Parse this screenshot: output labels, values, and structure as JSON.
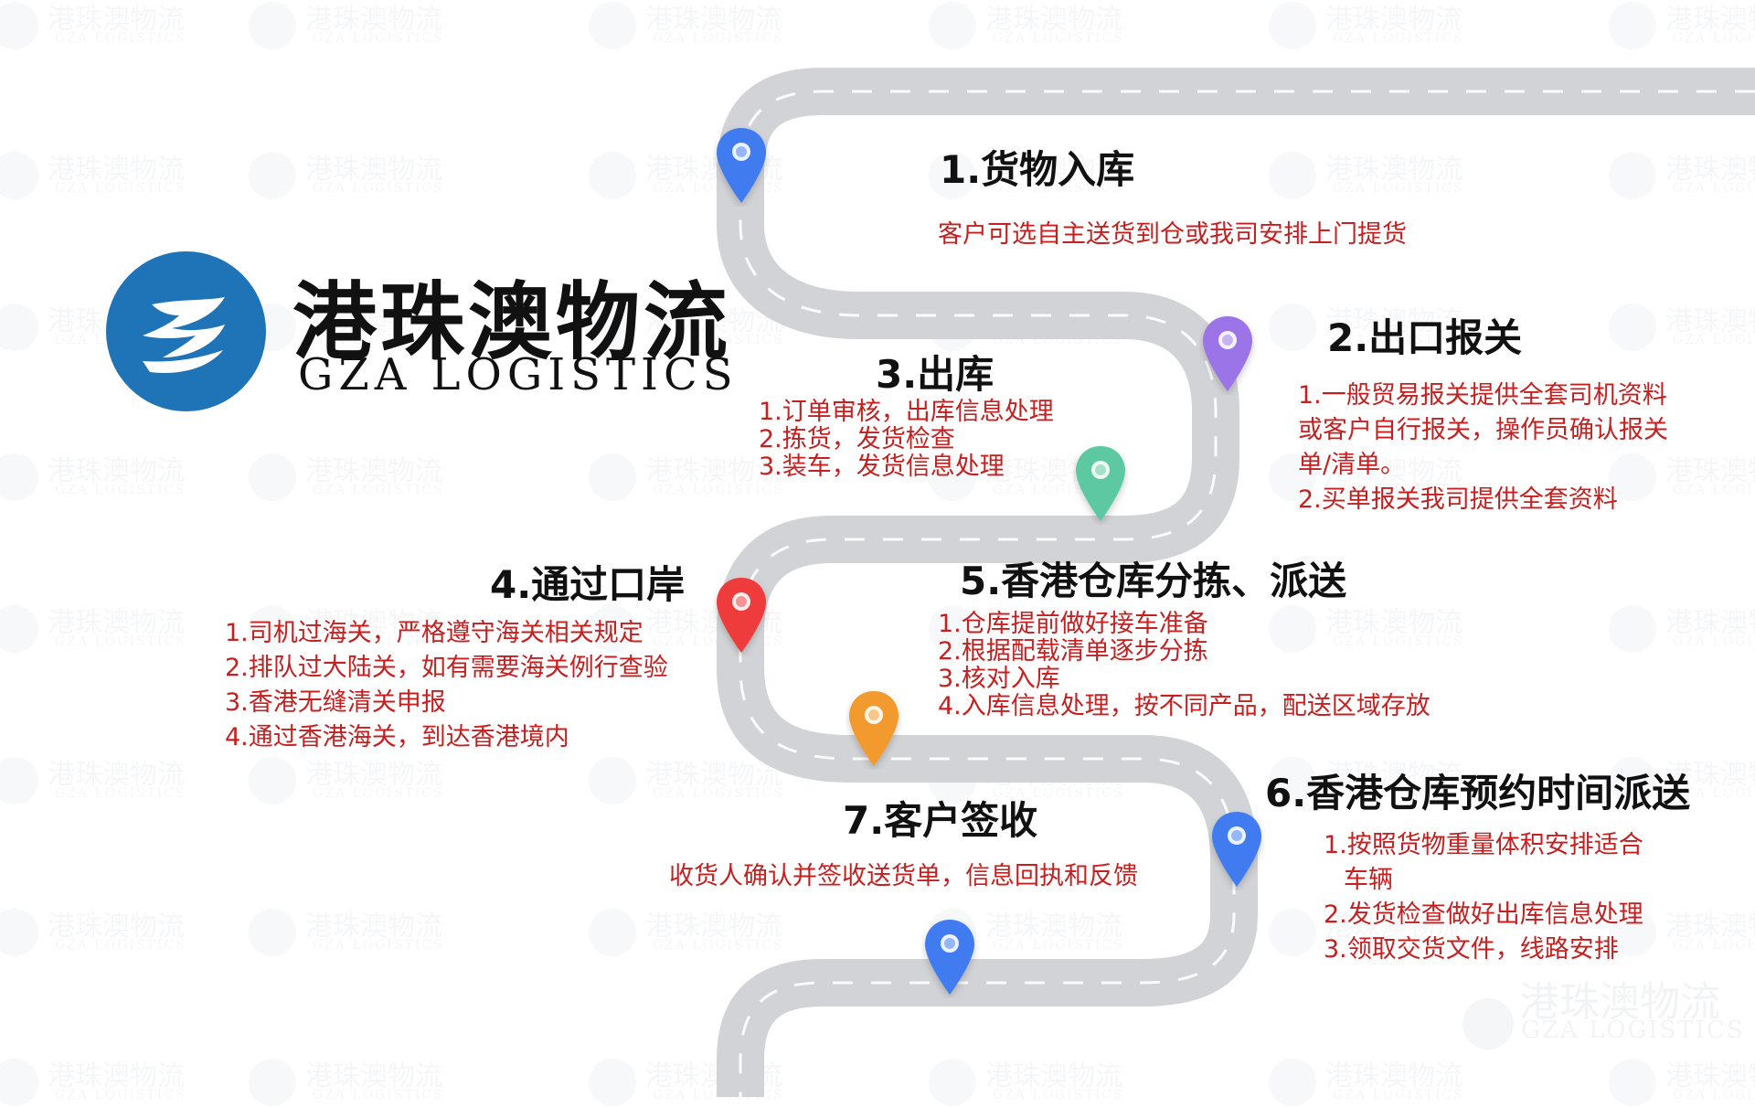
{
  "watermark": {
    "name": "港珠澳物流",
    "subtitle": "GZA LOGISTICS"
  },
  "logo": {
    "name": "港珠澳物流",
    "subtitle": "GZA LOGISTICS",
    "color": "#1f74b8"
  },
  "steps": [
    {
      "title": "1.货物入库",
      "pin_color": "#3f7cf0",
      "lines": [
        "客户可选自主送货到仓或我司安排上门提货"
      ]
    },
    {
      "title": "2.出口报关",
      "pin_color": "#9b74e8",
      "lines": [
        "1.一般贸易报关提供全套司机资料",
        "或客户自行报关，操作员确认报关",
        "单/清单。",
        "2.买单报关我司提供全套资料"
      ]
    },
    {
      "title": "3.出库",
      "pin_color": "#5cc9a2",
      "lines": [
        "1.订单审核，出库信息处理",
        "2.拣货，发货检查",
        "3.装车，发货信息处理"
      ]
    },
    {
      "title": "4.通过口岸",
      "pin_color": "#ee3b3b",
      "lines": [
        "1.司机过海关，严格遵守海关相关规定",
        "2.排队过大陆关，如有需要海关例行查验",
        "3.香港无缝清关申报",
        "4.通过香港海关，到达香港境内"
      ]
    },
    {
      "title": "5.香港仓库分拣、派送",
      "pin_color": "#f29a2e",
      "lines": [
        "1.仓库提前做好接车准备",
        "2.根据配载清单逐步分拣",
        "3.核对入库",
        "4.入库信息处理，按不同产品，配送区域存放"
      ]
    },
    {
      "title": "6.香港仓库预约时间派送",
      "pin_color": "#3f7cf0",
      "lines": [
        "1.按照货物重量体积安排适合",
        "车辆",
        "2.发货检查做好出库信息处理",
        "3.领取交货文件，线路安排"
      ]
    },
    {
      "title": "7.客户签收",
      "pin_color": "#3f7cf0",
      "lines": [
        "收货人确认并签收送货单，信息回执和反馈"
      ]
    }
  ]
}
